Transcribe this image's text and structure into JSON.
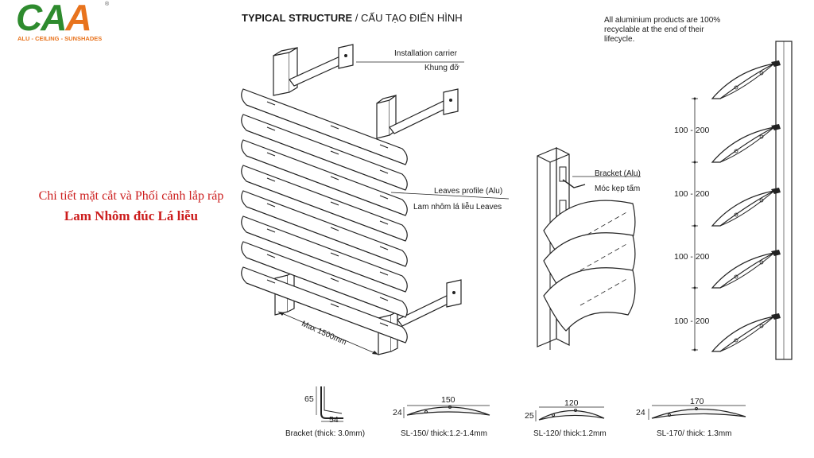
{
  "logo": {
    "text": "CAA",
    "tagline": "ALU - CEILING - SUNSHADES",
    "registered": "®"
  },
  "caption": {
    "line1": "Chi tiết mặt cắt và Phối cảnh lắp ráp",
    "line2": "Lam Nhôm  đúc Lá liễu"
  },
  "title": {
    "en": "TYPICAL STRUCTURE",
    "vi": "/ CẤU TẠO ĐIỂN HÌNH"
  },
  "recycle_note": "All aluminium products are 100% recyclable at the end of their lifecycle.",
  "callouts": {
    "installation_carrier": {
      "en": "Installation carrier",
      "vi": "Khung đỡ"
    },
    "leaves_profile": {
      "en": "Leaves profile (Alu)",
      "vi": "Lam nhôm lá liễu Leaves"
    },
    "bracket": {
      "en": "Bracket (Alu)",
      "vi": "Móc kẹp tấm"
    }
  },
  "max_span": "Max 1500mm",
  "spacing_labels": [
    "100 - 200",
    "100 - 200",
    "100 - 200",
    "100 - 200"
  ],
  "profiles": [
    {
      "name": "Bracket (thick: 3.0mm)",
      "height": "65",
      "width": "54"
    },
    {
      "name": "SL-150/ thick:1.2-1.4mm",
      "width": "150",
      "height": "24"
    },
    {
      "name": "SL-120/ thick:1.2mm",
      "width": "120",
      "height": "25"
    },
    {
      "name": "SL-170/ thick: 1.3mm",
      "width": "170",
      "height": "24"
    }
  ],
  "colors": {
    "logo_green": "#2e8b2e",
    "logo_orange": "#e8731d",
    "caption_red": "#cc1d1d"
  }
}
